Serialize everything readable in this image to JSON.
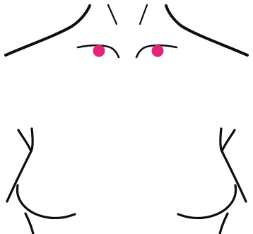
{
  "figure": {
    "subject": "front-torso-outline",
    "outline_color": "#0d0d0d",
    "background_color": "#ffffff",
    "marker_color": "#e0267a",
    "markers": [
      {
        "side": "left"
      },
      {
        "side": "right"
      }
    ]
  }
}
